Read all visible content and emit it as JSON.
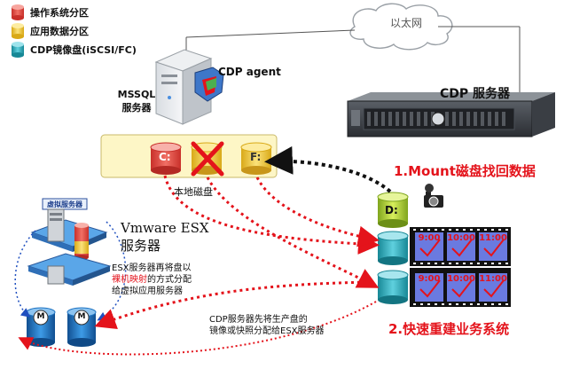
{
  "legend": {
    "items": [
      {
        "label": "操作系统分区",
        "color": "#e9473d"
      },
      {
        "label": "应用数据分区",
        "color": "#f4c842"
      },
      {
        "label": "CDP镜像盘(iSCSI/FC)",
        "color": "#2aa6b8"
      }
    ]
  },
  "network": {
    "label": "以太网"
  },
  "mssql": {
    "label_line1": "MSSQL",
    "label_line2": "服务器",
    "agent": "CDP agent"
  },
  "cdp_server": {
    "label": "CDP 服务器"
  },
  "local_disk": {
    "label": "本地磁盘",
    "drives": [
      "C:",
      "F:"
    ]
  },
  "recovery": {
    "step1": "1.Mount磁盘找回数据",
    "step2": "2.快速重建业务系统"
  },
  "cdp_mirror": {
    "drive": "D:"
  },
  "snapshots": {
    "times_row1": [
      "9:00",
      "10:00",
      "11:00"
    ],
    "times_row2": [
      "9:00",
      "10:00",
      "11:00"
    ]
  },
  "vm_host": {
    "badge": "虚拟服务器",
    "title_line1": "Vmware ESX",
    "title_line2": "服务器",
    "mounts": [
      "M",
      "M"
    ]
  },
  "esx_note": {
    "line1": "ESX服务器再将盘以",
    "line2_red": "裸机映射",
    "line2_rest": "的方式分配",
    "line3": "给虚拟应用服务器"
  },
  "cdp_note": {
    "line1": "CDP服务器先将生产盘的",
    "line2": "镜像或快照分配给ESX服务器"
  },
  "colors": {
    "red_dash": "#e4131b",
    "black_dash": "#111111",
    "panel_yellow": "#fdf6c6",
    "cyan": "#2aa6b8",
    "red_disk": "#e9473d",
    "yellow_disk": "#f4c842",
    "blue_disk": "#1f74c2"
  }
}
